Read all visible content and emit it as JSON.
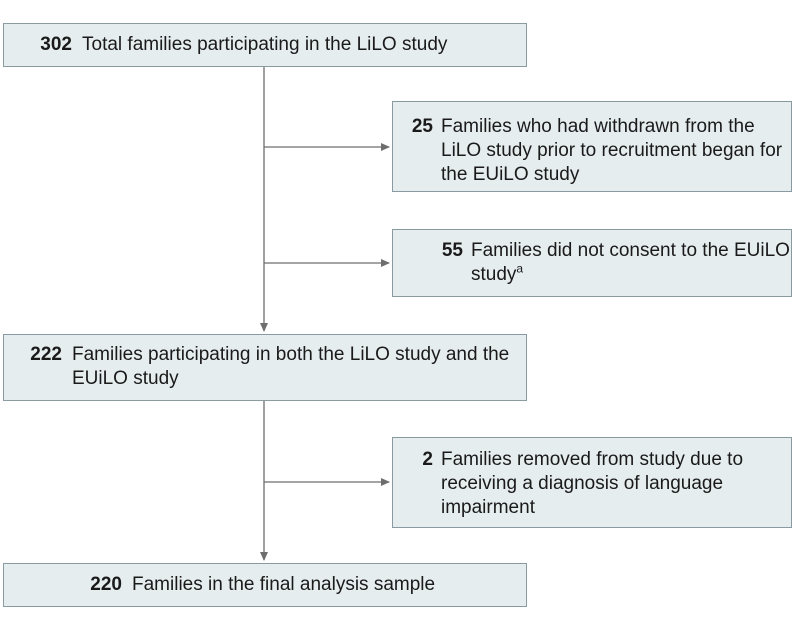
{
  "flowchart": {
    "total": {
      "count": "302",
      "text": "Total families participating in the LiLO study"
    },
    "withdrawn": {
      "count": "25",
      "text": "Families who had withdrawn from the LiLO study prior to recruitment began for the EUiLO study"
    },
    "no_consent": {
      "count": "55",
      "text": "Families did not consent to the EUiLO study",
      "footnote": "a"
    },
    "both": {
      "count": "222",
      "text": "Families participating in both the LiLO study and the EUiLO study"
    },
    "removed": {
      "count": "2",
      "text": "Families removed from study due to receiving a diagnosis of language impairment"
    },
    "final": {
      "count": "220",
      "text": "Families in the final analysis sample"
    }
  },
  "colors": {
    "box_fill": "#e6edef",
    "box_border": "#8a9aa1",
    "arrow": "#6e6e6e"
  }
}
